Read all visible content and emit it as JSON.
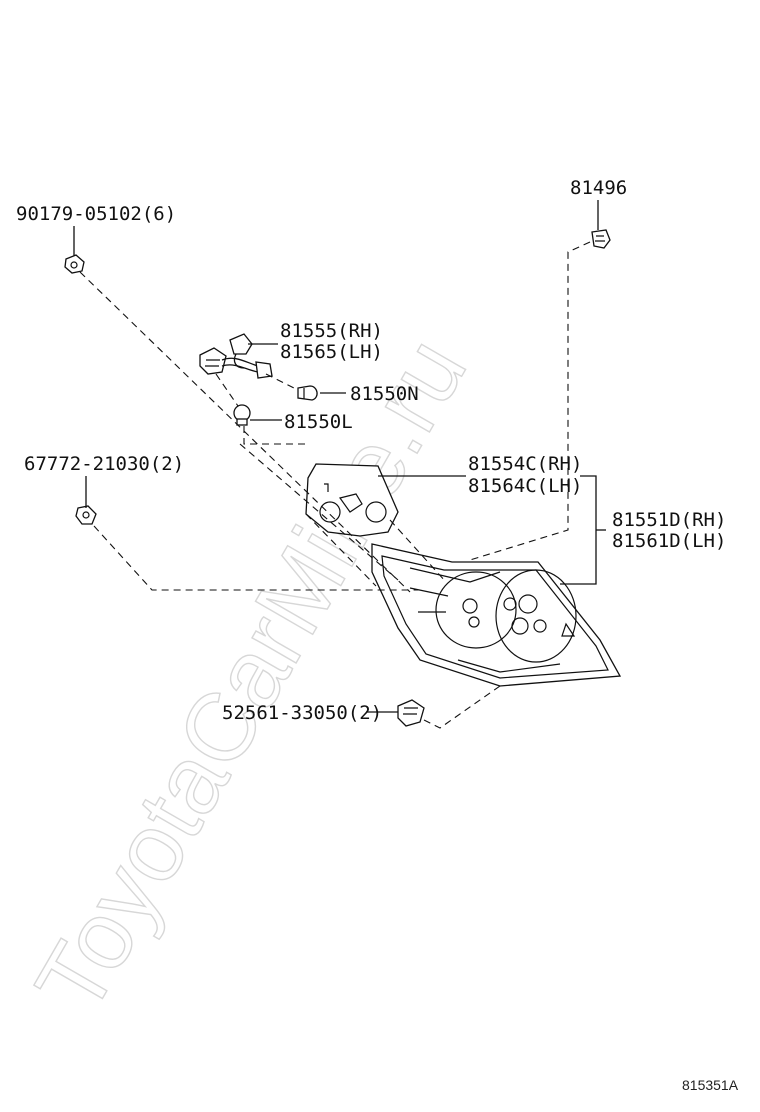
{
  "watermark": "ToyotaCarMine.ru",
  "callouts": {
    "screw": "90179-05102(6)",
    "clip_top": "81496",
    "socket_rh": "81555(RH)",
    "socket_lh": "81565(LH)",
    "bulb_n": "81550N",
    "bulb_l": "81550L",
    "cover_rh": "81554C(RH)",
    "cover_lh": "81564C(LH)",
    "lamp_rh": "81551D(RH)",
    "lamp_lh": "81561D(LH)",
    "nut": "67772-21030(2)",
    "clip_bottom": "52561-33050(2)"
  },
  "illustration_code": "815351A"
}
